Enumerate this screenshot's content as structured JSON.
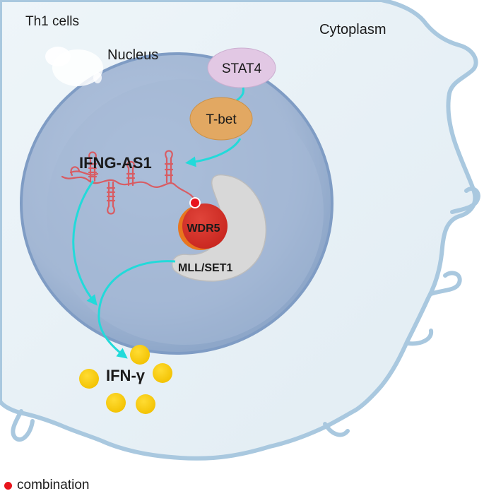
{
  "labels": {
    "cell_type": "Th1 cells",
    "cytoplasm": "Cytoplasm",
    "nucleus": "Nucleus",
    "stat4": "STAT4",
    "tbet": "T-bet",
    "lncrna": "IFNG-AS1",
    "wdr5": "WDR5",
    "complex": "MLL/SET1",
    "cytokine": "IFN-γ"
  },
  "legend": {
    "text": "combination",
    "symbol": "red-dot"
  },
  "colors": {
    "cell_fill": "#e6f0f6",
    "cell_outline": "#a9c8df",
    "nucleus_fill": "#a6bad7",
    "nucleus_outline": "#7f9cc4",
    "stat4": "#e2c8e4",
    "tbet": "#e2a862",
    "rna": "#d85c63",
    "wdr5": "#d8312a",
    "complex": "#d6d6d6",
    "arrow": "#22dada",
    "ifn_gamma": "#f9cc12",
    "combination_dot": "#e8141c"
  }
}
